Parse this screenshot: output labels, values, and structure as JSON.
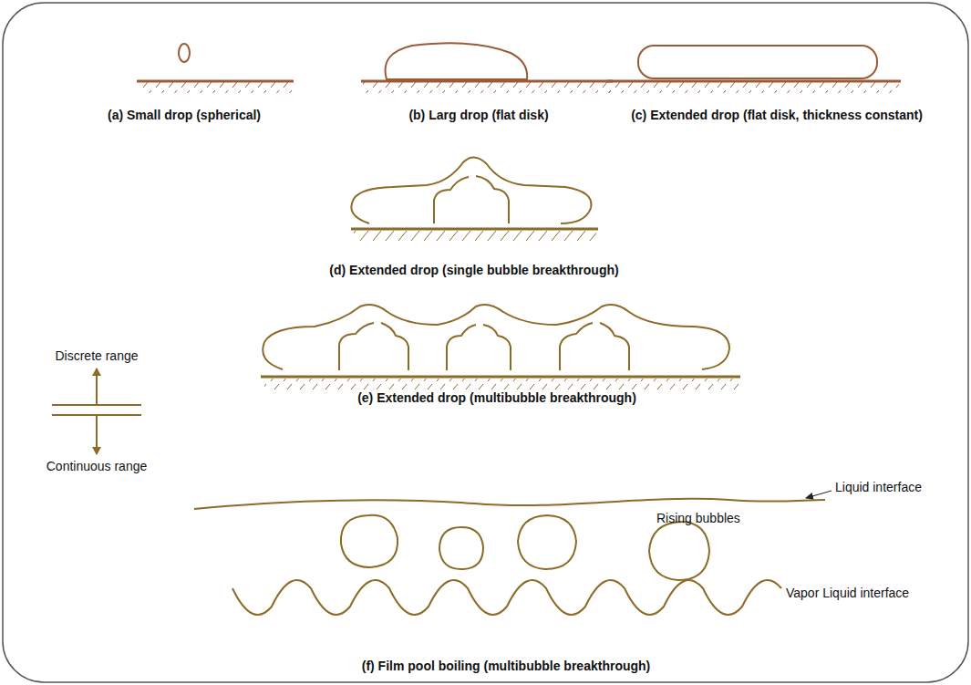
{
  "diagram": {
    "labels": [
      "(a) Small drop (spherical)",
      "(b) Larg drop (flat disk)",
      "(c) Extended drop (flat disk, thickness constant)",
      "(d) Extended drop (single bubble breakthrough)",
      "(e) Extended drop (multibubble breakthrough)",
      "Discrete range",
      "Continuous range",
      "Liquid interface",
      "Rising bubbles",
      "Vapor Liquid interface",
      "(f) Film pool boiling (multibubble breakthrough)"
    ]
  }
}
